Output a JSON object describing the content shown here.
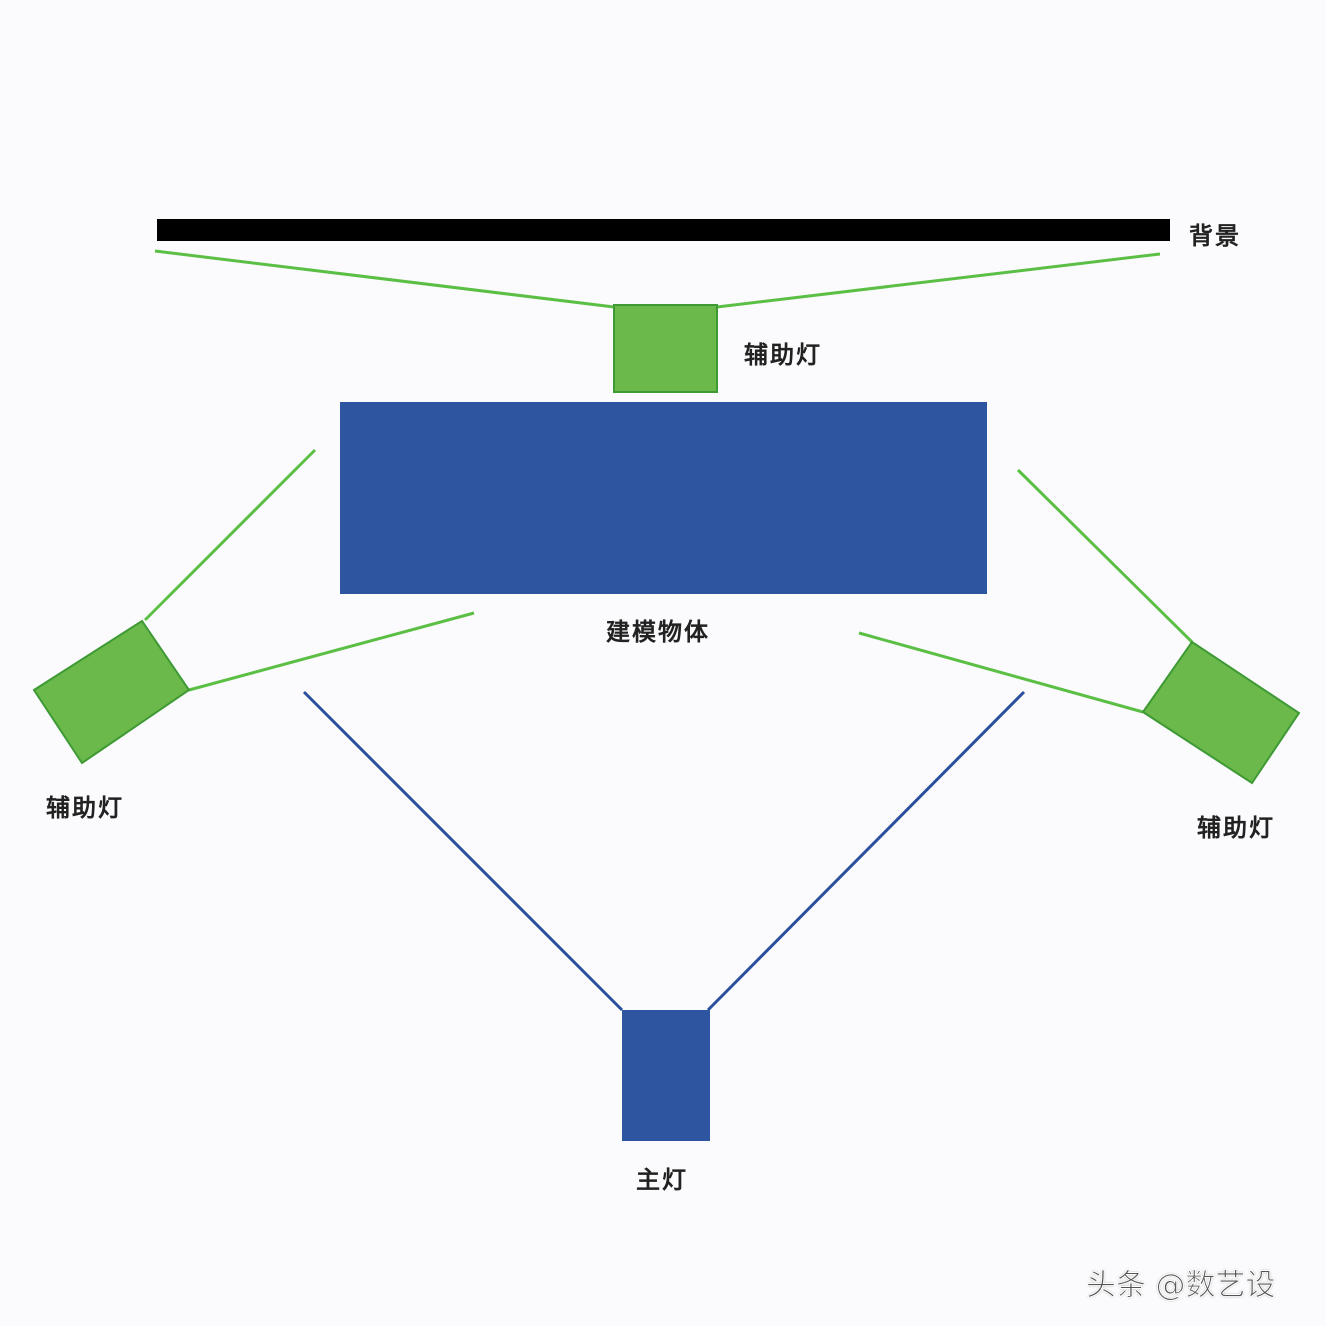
{
  "labels": {
    "background": "背景",
    "fill_light_top": "辅助灯",
    "object": "建模物体",
    "fill_light_left": "辅助灯",
    "fill_light_right": "辅助灯",
    "key_light": "主灯"
  },
  "watermark": "头条 @数艺设",
  "colors": {
    "background_bar": "#000000",
    "fill_light": "#6ab94a",
    "fill_light_stroke": "#3f9a35",
    "fill_light_beam": "#5cbf45",
    "object": "#2e55a0",
    "key_light": "#2e55a0",
    "key_light_beam": "#2a4f9c"
  }
}
